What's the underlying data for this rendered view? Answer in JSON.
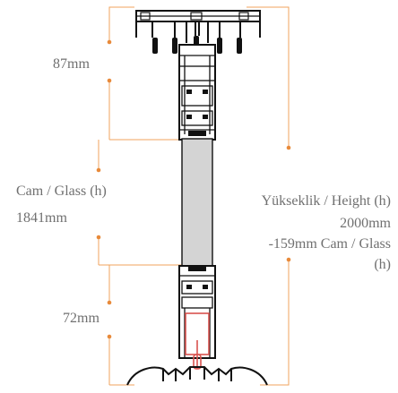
{
  "labels": {
    "top_profile": "87mm",
    "glass_title": "Cam / Glass (h)",
    "glass_value": "1841mm",
    "bottom_profile": "72mm",
    "height_title": "Yükseklik / Height (h)",
    "height_value": "2000mm",
    "height_minus_line1": "-159mm Cam / Glass",
    "height_minus_line2": "(h)"
  },
  "colors": {
    "dimension_line": "#f0a35c",
    "dimension_dot": "#e88a3a",
    "profile_stroke": "#111111",
    "glass_fill": "#d4d4d4",
    "gasket_red": "#d9534f",
    "label_text": "#707070"
  }
}
